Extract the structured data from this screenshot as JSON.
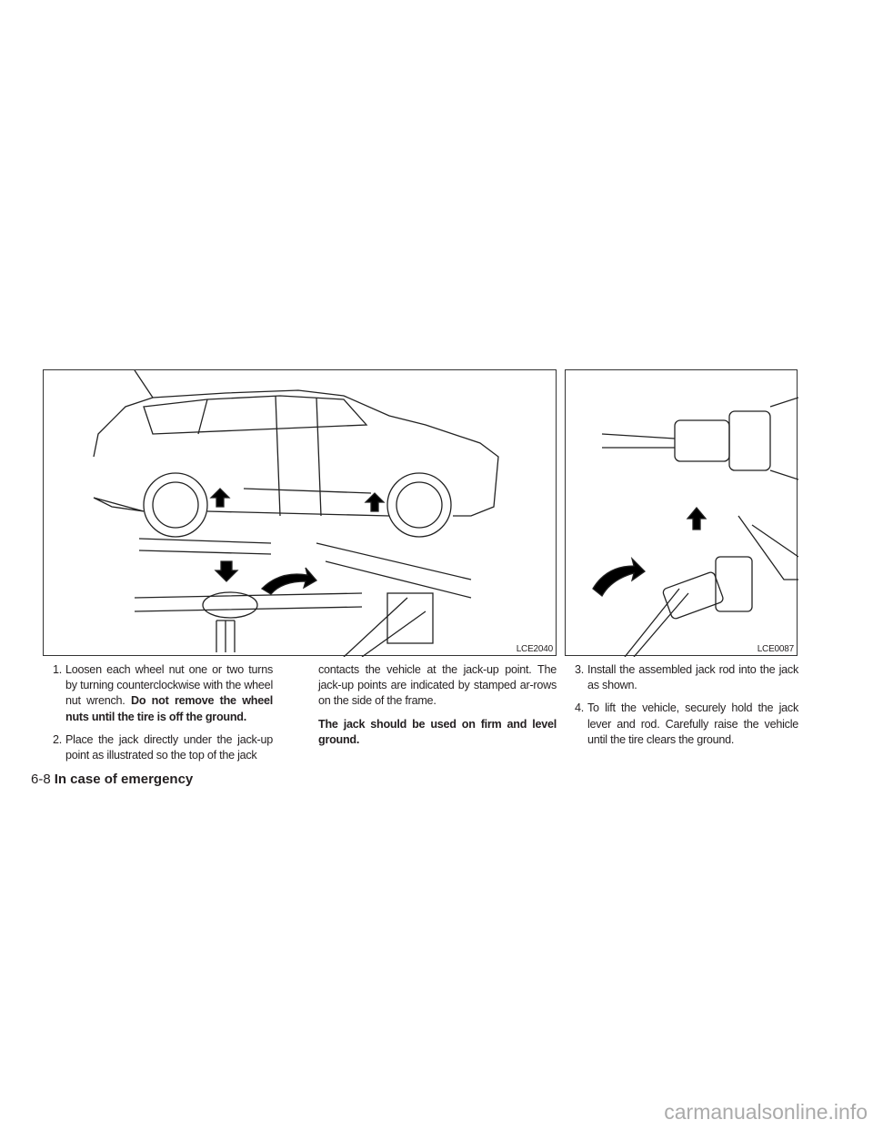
{
  "figures": [
    {
      "id": "LCE2040"
    },
    {
      "id": "LCE0087"
    }
  ],
  "col1": {
    "step1_num": "1.",
    "step1_text": "Loosen each wheel nut one or two turns by turning counterclockwise with the wheel nut wrench. ",
    "step1_bold": "Do not remove the wheel nuts until the tire is off the ground.",
    "step2_num": "2.",
    "step2_text": "Place the jack directly under the jack-up point as illustrated so the top of the jack"
  },
  "col2": {
    "text": "contacts the vehicle at the jack-up point. The jack-up points are indicated by stamped ar-rows on the side of the frame.",
    "bold": "The jack should be used on firm and level ground."
  },
  "col3": {
    "step3_num": "3.",
    "step3_text": "Install the assembled jack rod into the jack as shown.",
    "step4_num": "4.",
    "step4_text": "To lift the vehicle, securely hold the jack lever and rod. Carefully raise the vehicle until the tire clears the ground."
  },
  "footer": {
    "page": "6-8",
    "section": "In case of emergency"
  },
  "watermark": "carmanualsonline.info"
}
